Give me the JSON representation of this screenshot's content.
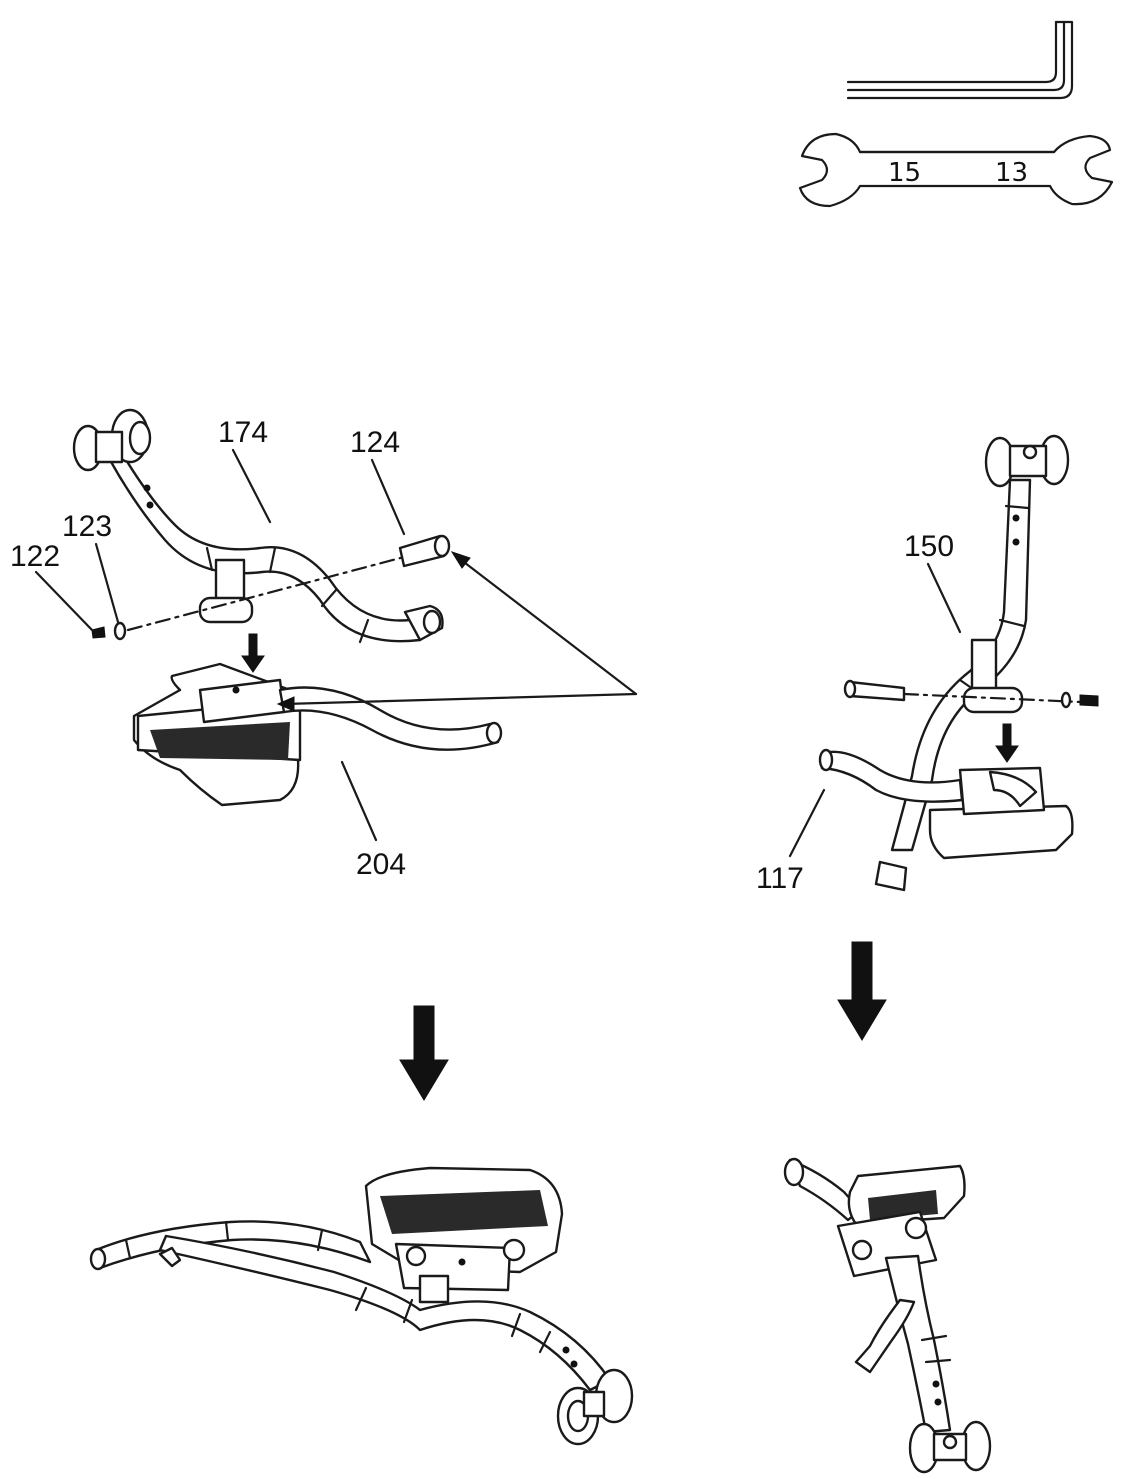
{
  "tools": {
    "wrench_size_left": "15",
    "wrench_size_right": "13"
  },
  "parts": {
    "p122": "122",
    "p123": "123",
    "p124": "124",
    "p174": "174",
    "p204": "204",
    "p150": "150",
    "p117": "117"
  },
  "colors": {
    "line": "#1a1a1a",
    "background": "#ffffff"
  }
}
